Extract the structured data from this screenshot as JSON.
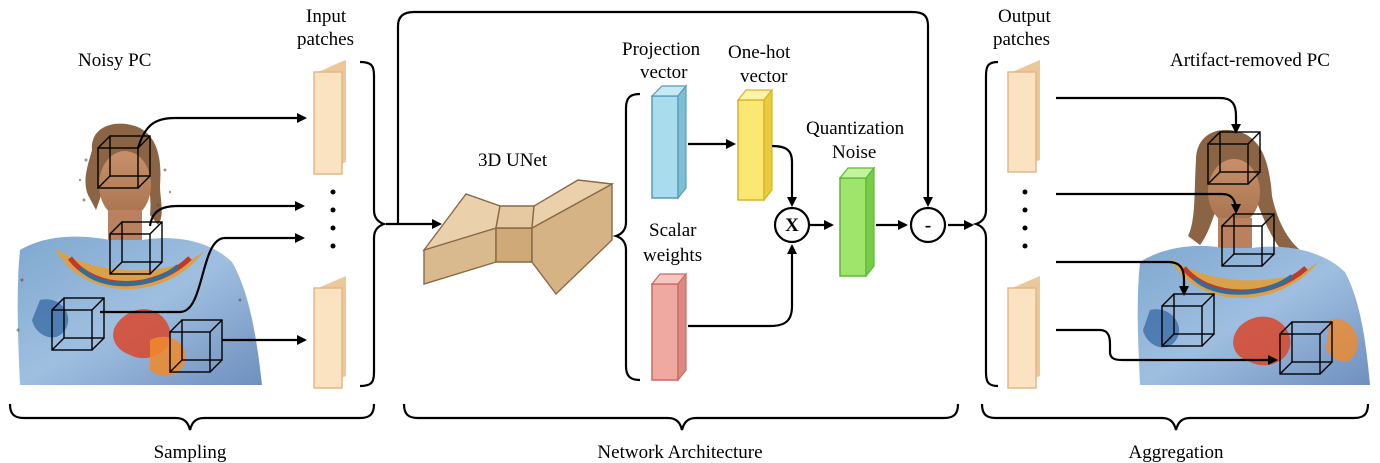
{
  "labels": {
    "noisy_pc": "Noisy PC",
    "input_patches_1": "Input",
    "input_patches_2": "patches",
    "unet": "3D UNet",
    "projection_1": "Projection",
    "projection_2": "vector",
    "onehot_1": "One-hot",
    "onehot_2": "vector",
    "scalar_1": "Scalar",
    "scalar_2": "weights",
    "quant_1": "Quantization",
    "quant_2": "Noise",
    "output_patches_1": "Output",
    "output_patches_2": "patches",
    "artifact_pc": "Artifact-removed PC"
  },
  "operators": {
    "multiply": "X",
    "subtract": "-"
  },
  "sections": {
    "sampling": "Sampling",
    "network": "Network Architecture",
    "aggregation": "Aggregation"
  },
  "colors": {
    "patch_fill": "#fbe3c2",
    "patch_edge": "#e3b787",
    "projection": "#a9dced",
    "onehot": "#fbe873",
    "scalar": "#f0a9a1",
    "quant": "#9fe56b",
    "unet": "#e3c8a0"
  }
}
